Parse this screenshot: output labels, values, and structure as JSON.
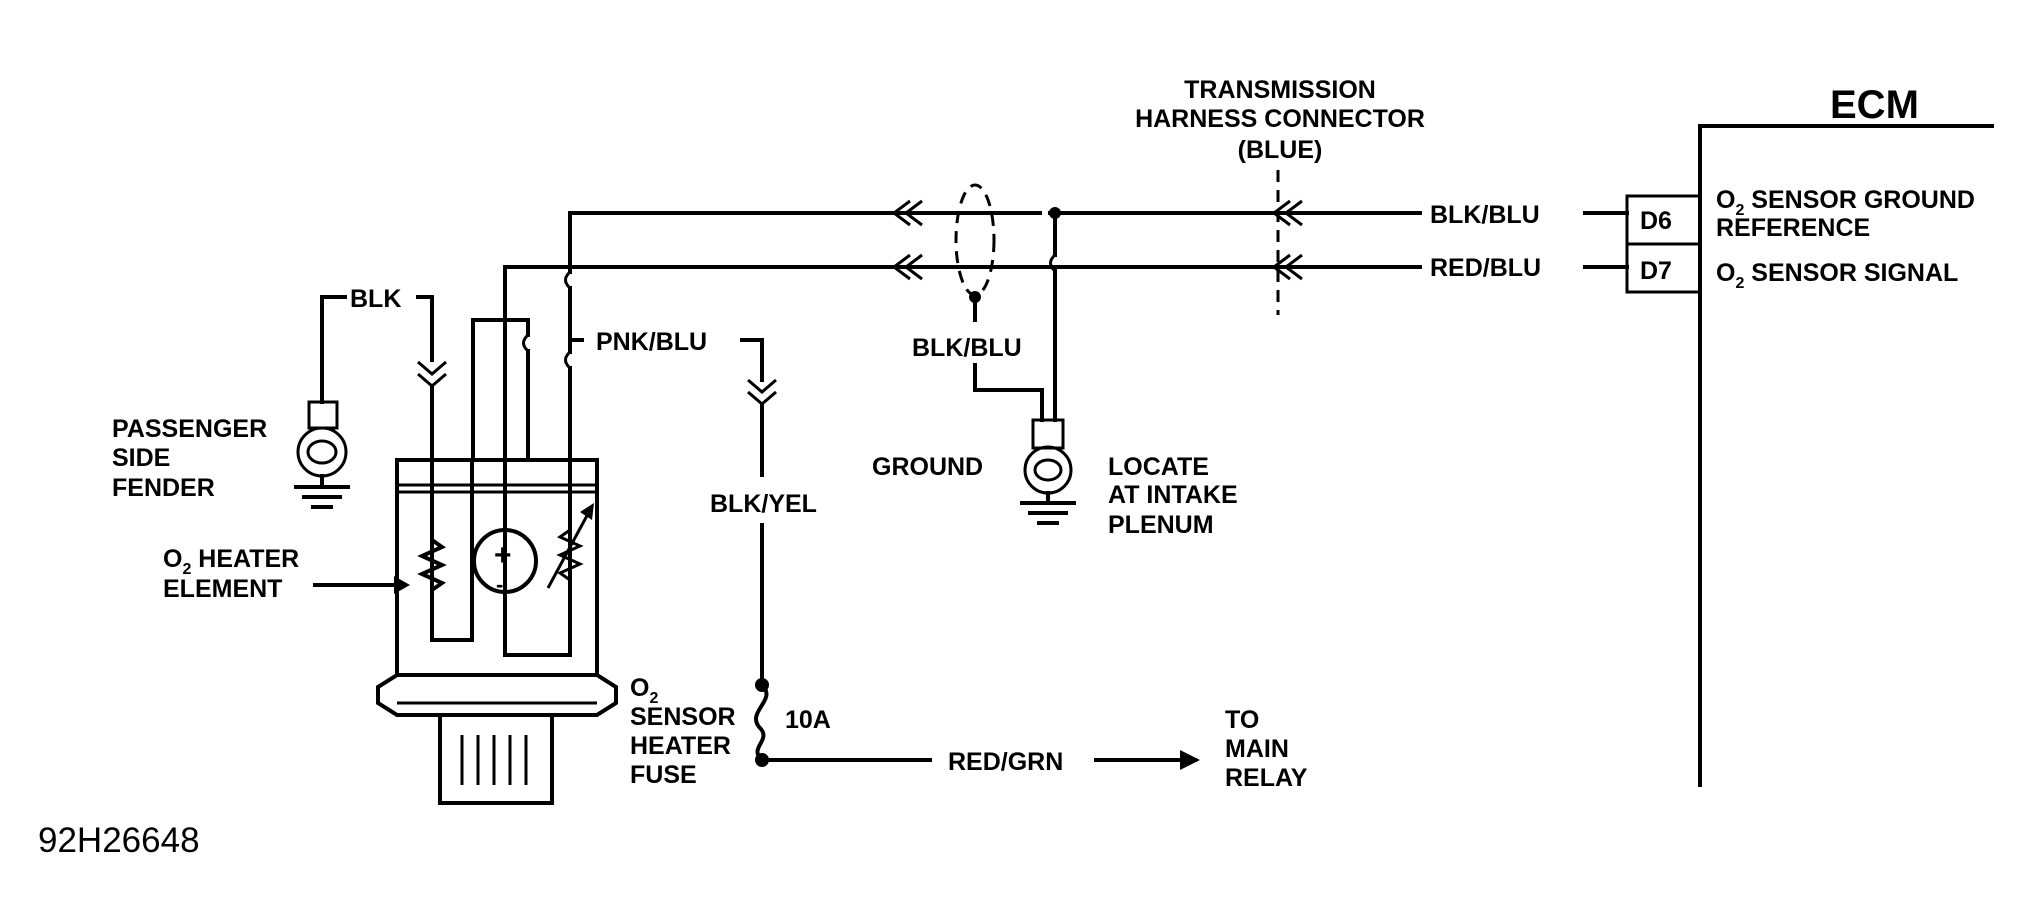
{
  "ecm": {
    "title": "ECM",
    "pin_d6": "D6",
    "pin_d7": "D7",
    "d6_desc": {
      "prefix": "O",
      "sub": "2",
      "line1": " SENSOR GROUND",
      "line2": "REFERENCE"
    },
    "d7_desc": {
      "prefix": "O",
      "sub": "2",
      "line1": " SENSOR SIGNAL"
    }
  },
  "wires": {
    "d6": "BLK/BLU",
    "d7": "RED/BLU",
    "shield": "BLK/BLU",
    "heater_feed": "PNK/BLU",
    "heater_ground": "BLK",
    "fuse_feed": "BLK/YEL",
    "relay_feed": "RED/GRN"
  },
  "connector": {
    "line1": "TRANSMISSION",
    "line2": "HARNESS CONNECTOR",
    "line3": "(BLUE)"
  },
  "ground_intake": {
    "label": "GROUND",
    "locate1": "LOCATE",
    "locate2": "AT INTAKE",
    "locate3": "PLENUM"
  },
  "ground_fender": {
    "line1": "PASSENGER",
    "line2": "SIDE",
    "line3": "FENDER"
  },
  "heater_element": {
    "prefix": "O",
    "sub": "2",
    "line1": " HEATER",
    "line2": "ELEMENT"
  },
  "fuse": {
    "prefix": "O",
    "sub": "2",
    "line2": "SENSOR",
    "line3": "HEATER",
    "line4": "FUSE",
    "rating": "10A"
  },
  "relay": {
    "line1": "TO",
    "line2": "MAIN",
    "line3": "RELAY"
  },
  "figure_id": "92H26648"
}
